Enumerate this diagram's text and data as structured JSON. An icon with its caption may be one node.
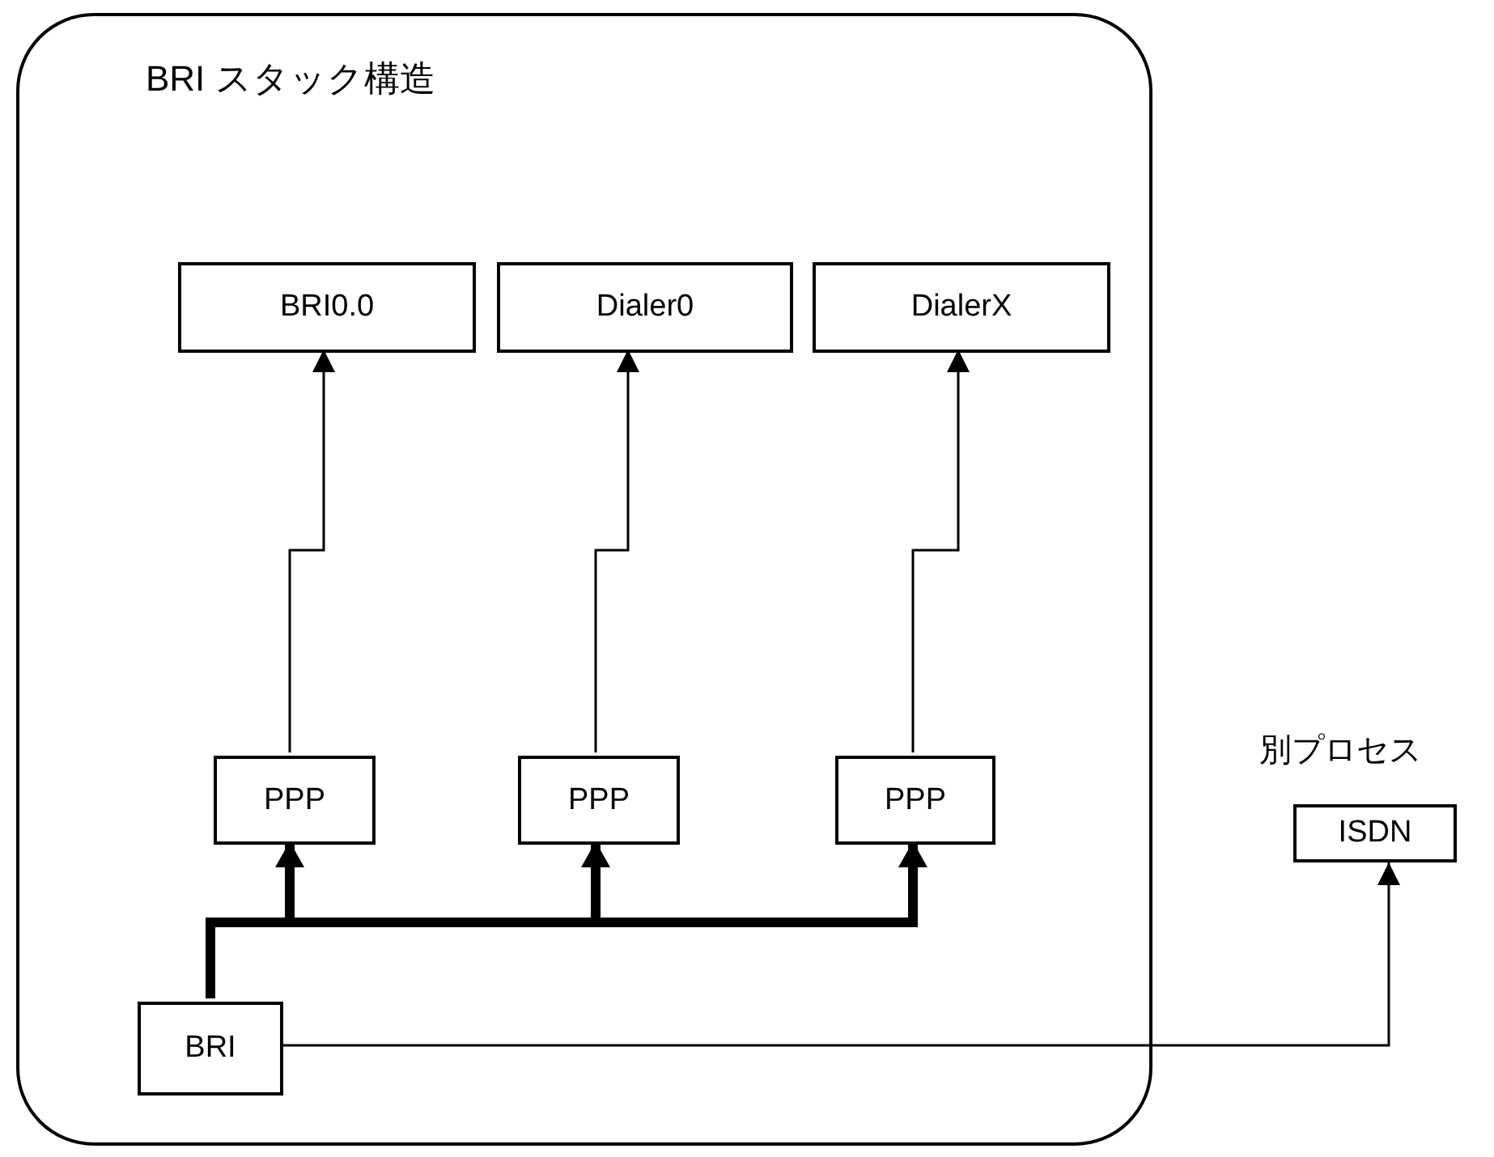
{
  "diagram": {
    "nodes": [
      {
        "text": [
          "BRI スタック構造"
        ]
      },
      {
        "text": [
          "BRI0.0"
        ],
        "in": 0
      },
      {
        "text": [
          "Dialer0"
        ],
        "in": 0
      },
      {
        "text": [
          "DialerX"
        ],
        "in": 0
      },
      {
        "text": [
          "PPP"
        ],
        "in": 0
      },
      {
        "text": [
          "PPP"
        ],
        "in": 0
      },
      {
        "text": [
          "PPP"
        ],
        "in": 0
      },
      {
        "text": [
          "BRI"
        ],
        "in": 0
      },
      {
        "text": [
          "ISDN"
        ],
        "beside": [
          "別プロセス"
        ]
      }
    ],
    "edges": [
      {
        "from": 4,
        "to": 1,
        "arrow": "to"
      },
      {
        "from": 5,
        "to": 2,
        "arrow": "to"
      },
      {
        "from": 6,
        "to": 3,
        "arrow": "to"
      },
      {
        "from": 7,
        "to": 4,
        "arrow": "to",
        "style": "thick"
      },
      {
        "from": 7,
        "to": 5,
        "arrow": "to",
        "style": "thick"
      },
      {
        "from": 7,
        "to": 6,
        "arrow": "to",
        "style": "thick"
      },
      {
        "from": 7,
        "to": 8,
        "arrow": "to"
      }
    ]
  }
}
